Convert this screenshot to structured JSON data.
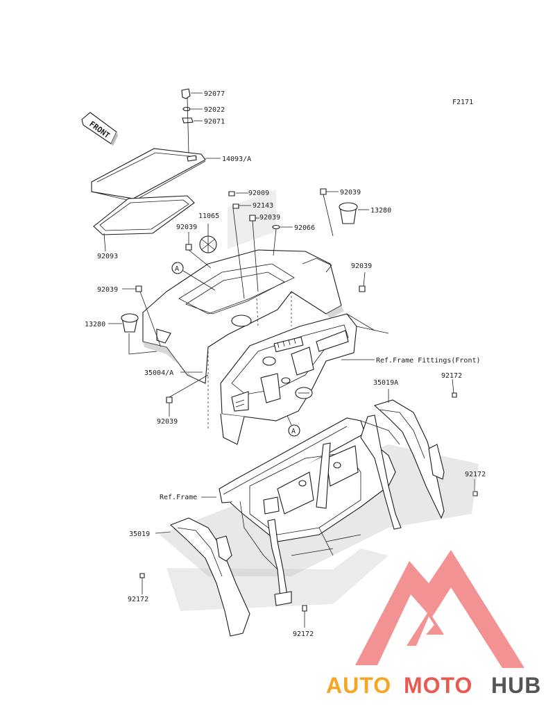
{
  "figure_code": "F2171",
  "front_label": "FRONT",
  "callout_circle_letter": "A",
  "part_labels": {
    "p92077": "92077",
    "p92022": "92022",
    "p92071": "92071",
    "p14093A": "14093/A",
    "p92093": "92093",
    "p92009": "92009",
    "p92143": "92143",
    "p92039_top_right": "92039",
    "p13280_right": "13280",
    "p11065": "11065",
    "p92039_left_upper": "92039",
    "p92039_center": "92039",
    "p92066": "92066",
    "p92039_right": "92039",
    "p92039_left": "92039",
    "p13280_left": "13280",
    "p35004A": "35004/A",
    "ref_frame_fittings": "Ref.Frame Fittings(Front)",
    "p35019A": "35019A",
    "p92172_top_right": "92172",
    "p92039_bottom": "92039",
    "p92172_right": "92172",
    "ref_frame": "Ref.Frame",
    "p35019": "35019",
    "p92172_bottom_left": "92172",
    "p92172_bottom": "92172"
  },
  "watermark": {
    "part1": "AUTO",
    "part2": "MOTO",
    "part3": "HUB",
    "color_orange": "#f5a623",
    "color_red": "#e85a4f",
    "color_gray": "#555555",
    "logo_color": "#f08080"
  }
}
